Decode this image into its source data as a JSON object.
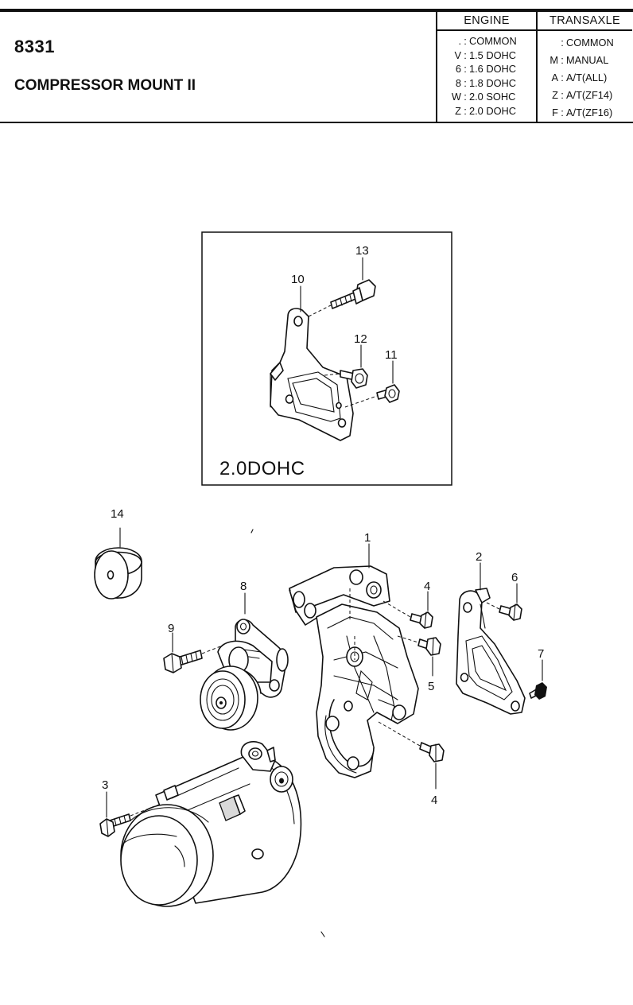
{
  "header": {
    "part_number": "8331",
    "title": "COMPRESSOR MOUNT II"
  },
  "legend": {
    "engine": {
      "heading": "ENGINE",
      "items": [
        {
          "code": ".",
          "desc": "COMMON"
        },
        {
          "code": "V",
          "desc": "1.5 DOHC"
        },
        {
          "code": "6",
          "desc": "1.6 DOHC"
        },
        {
          "code": "8",
          "desc": "1.8 DOHC"
        },
        {
          "code": "W",
          "desc": "2.0 SOHC"
        },
        {
          "code": "Z",
          "desc": "2.0 DOHC"
        }
      ]
    },
    "transaxle": {
      "heading": "TRANSAXLE",
      "items": [
        {
          "code": "",
          "desc": "COMMON"
        },
        {
          "code": "M",
          "desc": "MANUAL"
        },
        {
          "code": "A",
          "desc": "A/T(ALL)"
        },
        {
          "code": "Z",
          "desc": "A/T(ZF14)"
        },
        {
          "code": "F",
          "desc": "A/T(ZF16)"
        }
      ]
    }
  },
  "inset": {
    "caption": "2.0DOHC"
  },
  "callouts": {
    "c1": "1",
    "c2": "2",
    "c3": "3",
    "c4a": "4",
    "c4b": "4",
    "c5": "5",
    "c6": "6",
    "c7": "7",
    "c8": "8",
    "c9": "9",
    "c10": "10",
    "c11": "11",
    "c12": "12",
    "c13": "13",
    "c14": "14"
  },
  "icons": {
    "compressor": "ac-compressor-icon",
    "main_bracket": "bracket-icon",
    "tensioner": "tensioner-pulley-icon",
    "idler": "idler-pulley-icon"
  }
}
